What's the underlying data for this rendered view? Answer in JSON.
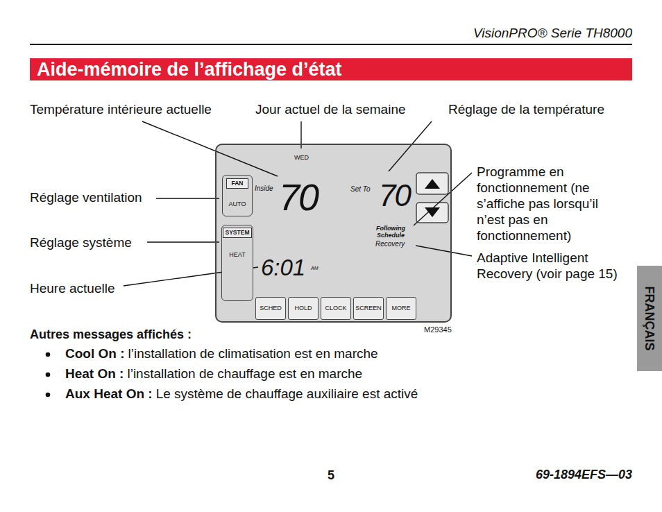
{
  "diagram": {
    "title": "Aide-mémoire de l’affichage d’état",
    "nodes": [
      {
        "text": [
          "WED",
          "Inside",
          "70",
          "Set To",
          "70",
          "Following Schedule",
          "Recovery",
          "6:01",
          "AM"
        ]
      },
      {
        "text": [
          "FAN",
          "AUTO"
        ],
        "in": 0
      },
      {
        "text": [
          "SYSTEM",
          "HEAT"
        ],
        "in": 0
      },
      {
        "text": [
          "SCHED"
        ],
        "in": 0
      },
      {
        "text": [
          "HOLD"
        ],
        "in": 0
      },
      {
        "text": [
          "CLOCK"
        ],
        "in": 0
      },
      {
        "text": [
          "SCREEN"
        ],
        "in": 0
      },
      {
        "text": [
          "MORE"
        ],
        "in": 0
      },
      {
        "text": [
          "FRANÇAIS"
        ]
      }
    ],
    "labels": [
      "VisionPRO® Serie TH8000",
      "Température intérieure actuelle",
      "Jour actuel de la semaine",
      "Réglage de la température",
      "Réglage ventilation",
      "Programme en fonctionnement (ne s’affiche pas lorsqu’il n’est pas en fonctionnement)",
      "Réglage système",
      "Adaptive Intelligent Recovery (voir page 15)",
      "Heure actuelle",
      "M29345",
      "Autres messages affichés :",
      "Cool On :",
      "l’installation de climatisation est en marche",
      "Heat On :",
      "l’installation de chauffage est en marche",
      "Aux Heat On :",
      "Le système de chauffage auxiliaire est activé",
      "5",
      "69-1894EFS—03"
    ]
  }
}
